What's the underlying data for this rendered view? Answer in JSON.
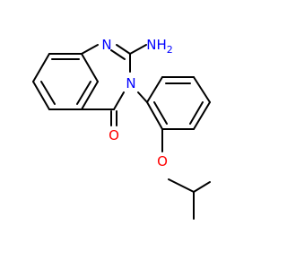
{
  "molecule": {
    "atoms": {
      "n_top": {
        "text": "N",
        "color": "#0000ff"
      },
      "nh2": {
        "text": "NH",
        "sub": "2",
        "color": "#0000ff"
      },
      "n_mid": {
        "text": "N",
        "color": "#0000ff"
      },
      "o_carbonyl": {
        "text": "O",
        "color": "#ff0000"
      },
      "o_ether": {
        "text": "O",
        "color": "#ff0000"
      }
    },
    "bond_color": "#000000"
  }
}
